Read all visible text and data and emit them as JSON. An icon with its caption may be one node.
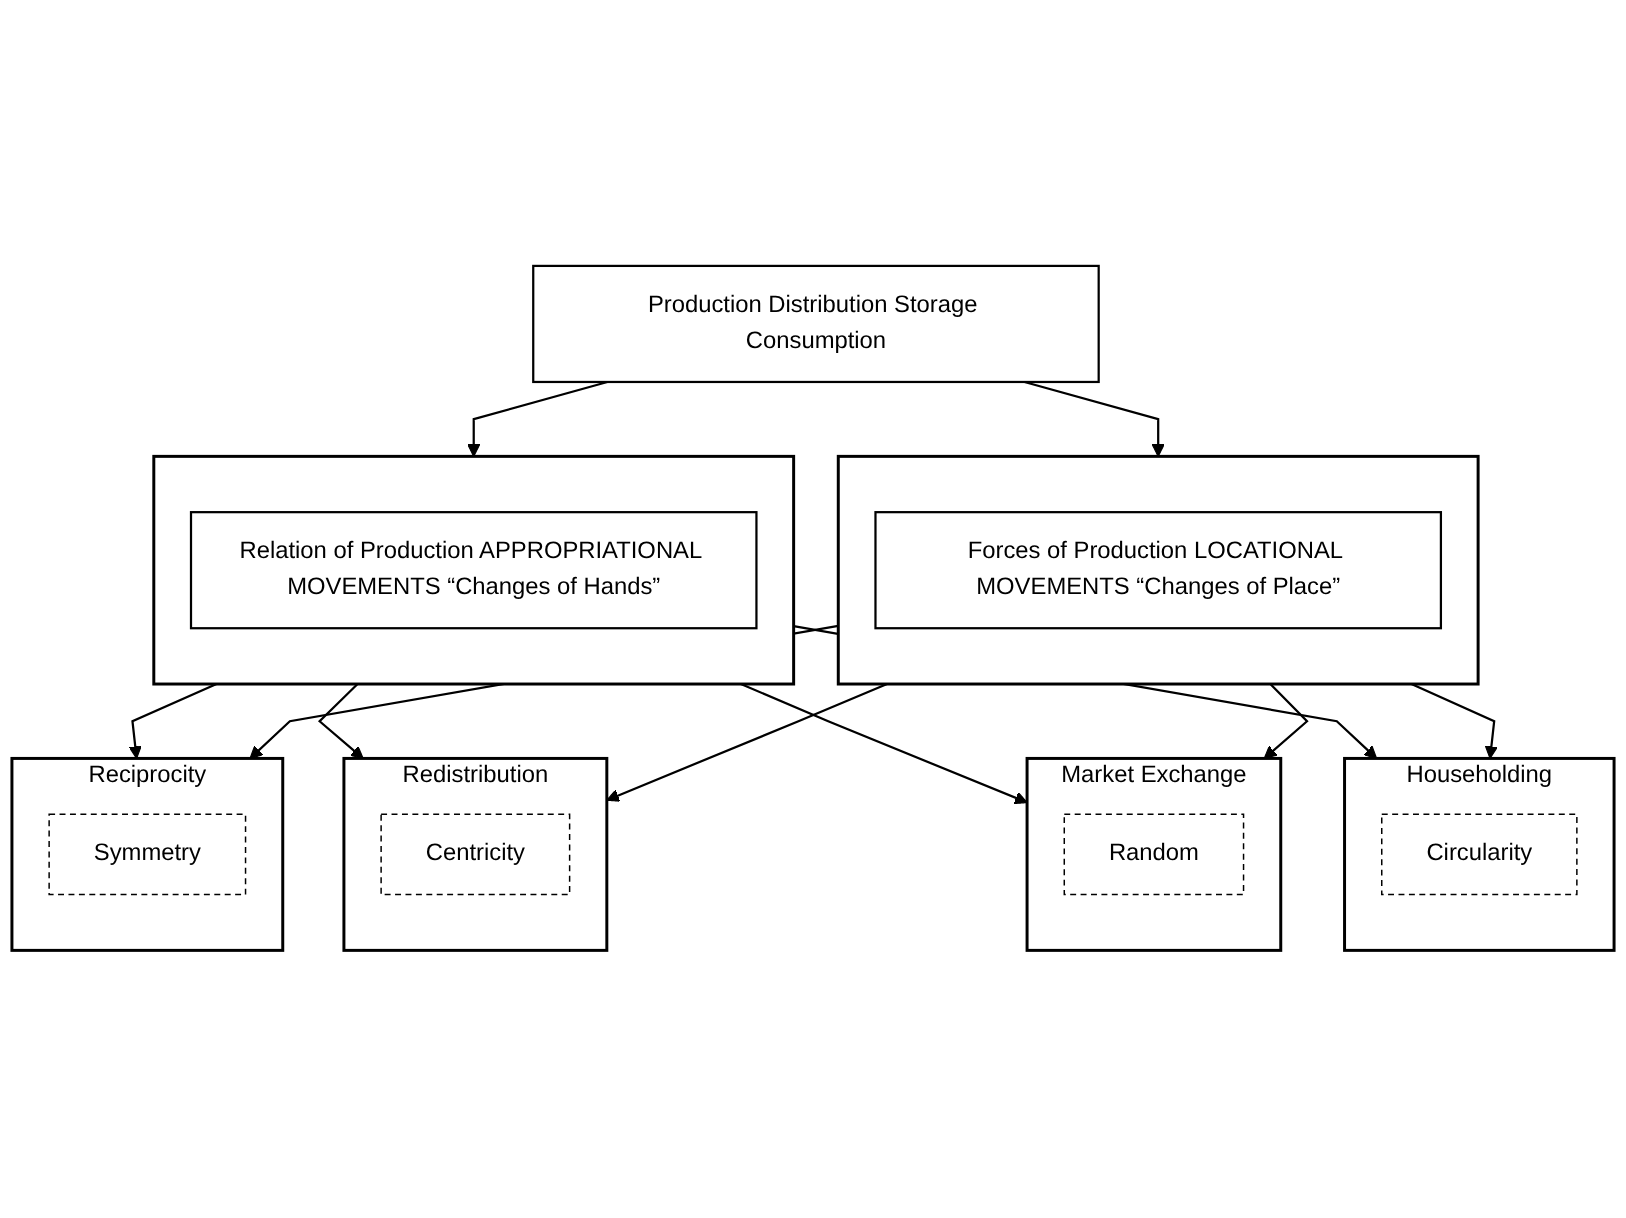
{
  "diagram": {
    "nodes": [
      {
        "text": [
          "Production Distribution Storage Consumption"
        ]
      },
      {
        "text": [],
        "shape": "box"
      },
      {
        "text": [
          "Relation of Production APPROPRIATIONAL MOVEMENTS “Changes of Hands”"
        ],
        "in": 1
      },
      {
        "text": [],
        "shape": "box"
      },
      {
        "text": [
          "Forces of Production LOCATIONAL MOVEMENTS “Changes of Place”"
        ],
        "in": 3
      },
      {
        "text": [
          "Reciprocity"
        ]
      },
      {
        "text": [
          "Symmetry"
        ],
        "in": 5
      },
      {
        "text": [
          "Redistribution"
        ]
      },
      {
        "text": [
          "Centricity"
        ],
        "in": 7
      },
      {
        "text": [
          "Market Exchange"
        ]
      },
      {
        "text": [
          "Random"
        ],
        "in": 9
      },
      {
        "text": [
          "Householding"
        ]
      },
      {
        "text": [
          "Circularity"
        ],
        "in": 11
      }
    ],
    "edges": [
      {
        "from": 0,
        "to": 1,
        "arrow": "to"
      },
      {
        "from": 0,
        "to": 3,
        "arrow": "to"
      },
      {
        "from": 1,
        "to": 5,
        "arrow": "to"
      },
      {
        "from": 1,
        "to": 7,
        "arrow": "to"
      },
      {
        "from": 1,
        "to": 9,
        "arrow": "to"
      },
      {
        "from": 1,
        "to": 11,
        "arrow": "to"
      },
      {
        "from": 3,
        "to": 5,
        "arrow": "to"
      },
      {
        "from": 3,
        "to": 7,
        "arrow": "to"
      },
      {
        "from": 3,
        "to": 9,
        "arrow": "to"
      },
      {
        "from": 3,
        "to": 11,
        "arrow": "to"
      }
    ]
  }
}
